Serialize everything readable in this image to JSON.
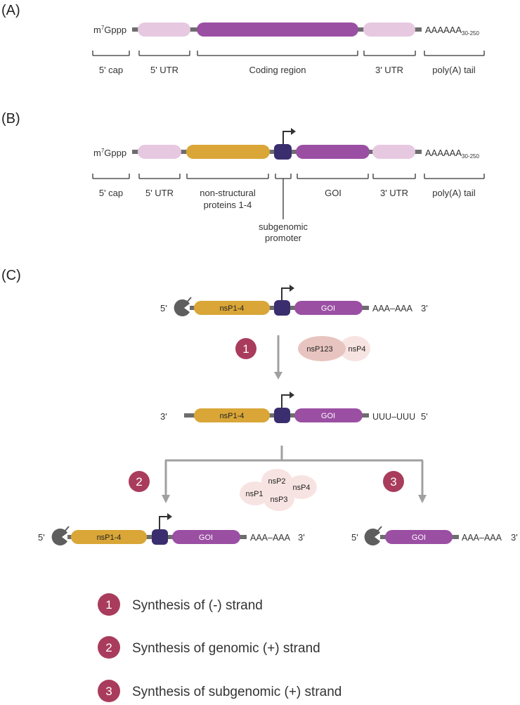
{
  "colors": {
    "utr": "#e6c9e1",
    "coding": "#9b4fa3",
    "nsp": "#d9a637",
    "promoter": "#3a2e6e",
    "backbone": "#6d6d6d",
    "cap": "#5e5e5e",
    "badge": "#a93c5c",
    "nsp123": "#e8c4c0",
    "nsp_light": "#f7e4e2",
    "arrow": "#a0a0a0"
  },
  "panelA": {
    "label": "(A)",
    "cap_text": {
      "main": "m",
      "sup": "7",
      "rest": "Gppp"
    },
    "polya_text": {
      "main": "AAAAAA",
      "sub": "30-250"
    },
    "labels": {
      "cap": "5' cap",
      "utr5": "5' UTR",
      "coding": "Coding region",
      "utr3": "3' UTR",
      "polya": "poly(A) tail"
    }
  },
  "panelB": {
    "label": "(B)",
    "cap_text": {
      "main": "m",
      "sup": "7",
      "rest": "Gppp"
    },
    "polya_text": {
      "main": "AAAAAA",
      "sub": "30-250"
    },
    "labels": {
      "cap": "5' cap",
      "utr5": "5' UTR",
      "nsp_line1": "non-structural",
      "nsp_line2": "proteins 1-4",
      "goi": "GOI",
      "utr3": "3' UTR",
      "polya": "poly(A) tail",
      "promoter_line1": "subgenomic",
      "promoter_line2": "promoter"
    }
  },
  "panelC": {
    "label": "(C)",
    "row1": {
      "left": "5'",
      "nsp": "nsP1-4",
      "goi": "GOI",
      "tail": "AAA–AAA",
      "right": "3'"
    },
    "row2": {
      "left": "3'",
      "nsp": "nsP1-4",
      "goi": "GOI",
      "tail": "UUU–UUU",
      "right": "5'"
    },
    "row3_left": {
      "left": "5'",
      "nsp": "nsP1-4",
      "goi": "GOI",
      "tail": "AAA–AAA",
      "right": "3'"
    },
    "row3_right": {
      "left": "5'",
      "goi": "GOI",
      "tail": "AAA–AAA",
      "right": "3'"
    },
    "complex1": {
      "a": "nsP123",
      "b": "nsP4"
    },
    "complex2": {
      "p1": "nsP1",
      "p2": "nsP2",
      "p3": "nsP3",
      "p4": "nsP4"
    },
    "badges": [
      "1",
      "2",
      "3"
    ]
  },
  "legend": [
    {
      "num": "1",
      "text": "Synthesis of (-) strand"
    },
    {
      "num": "2",
      "text": "Synthesis of genomic (+) strand"
    },
    {
      "num": "3",
      "text": "Synthesis of subgenomic (+) strand"
    }
  ]
}
